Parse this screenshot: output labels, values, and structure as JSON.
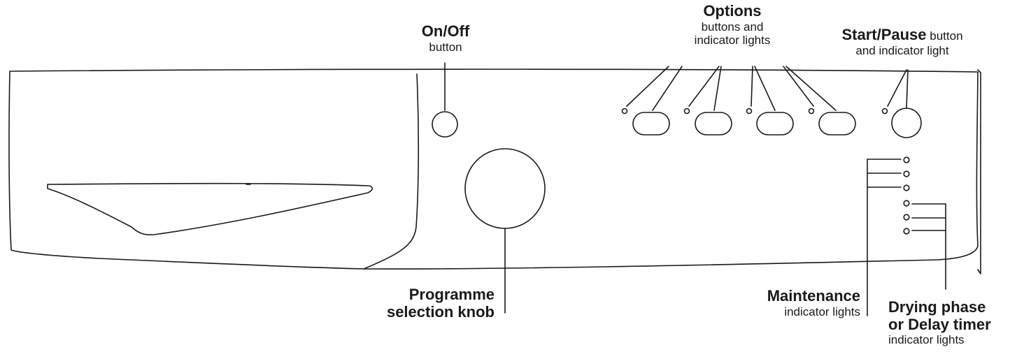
{
  "labels": {
    "onoff": {
      "title": "On/Off",
      "sub": "button"
    },
    "options": {
      "title": "Options",
      "sub1": "buttons and",
      "sub2": "indicator lights"
    },
    "start": {
      "title": "Start/Pause",
      "title_suffix": " button",
      "sub": "and indicator light"
    },
    "knob": {
      "line1": "Programme",
      "line2": "selection knob"
    },
    "maintenance": {
      "title": "Maintenance",
      "sub": "indicator lights"
    },
    "drying": {
      "line1": "Drying phase",
      "line2": "or Delay timer",
      "sub": "indicator lights"
    }
  },
  "colors": {
    "stroke": "#1a1a1a",
    "background": "#ffffff"
  }
}
